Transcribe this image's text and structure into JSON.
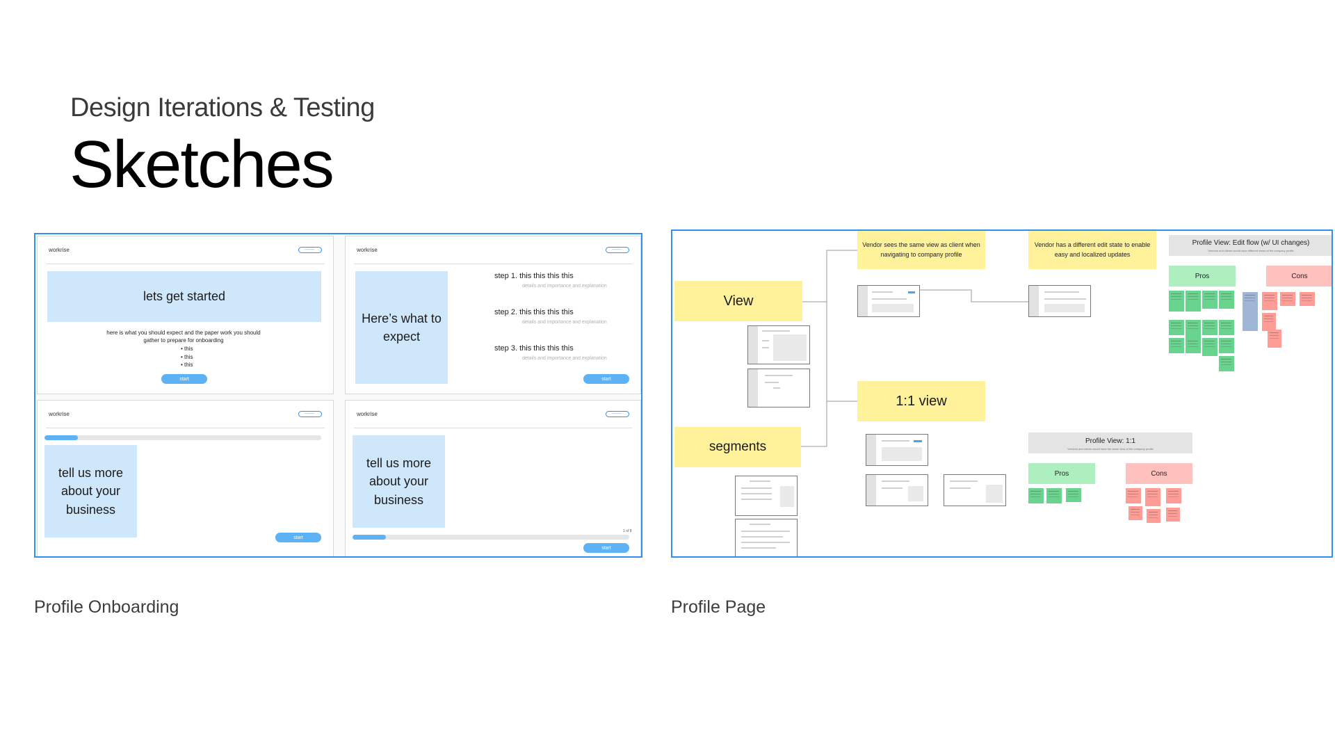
{
  "header": {
    "eyebrow": "Design Iterations & Testing",
    "title": "Sketches"
  },
  "captions": {
    "left": "Profile Onboarding",
    "right": "Profile Page"
  },
  "onboarding": {
    "brand": "workrise",
    "card1": {
      "hero": "lets get started",
      "body": "here is what you should expect and the paper work you should gather to prepare for onboarding",
      "bullets": [
        "• this",
        "• this",
        "• this"
      ],
      "button": "start"
    },
    "card2": {
      "hero": "Here’s what to expect",
      "steps": [
        {
          "label": "step 1.  this this this this",
          "sub": "details and importance and explanation"
        },
        {
          "label": "step 2.  this this this this",
          "sub": "details and importance and explanation"
        },
        {
          "label": "step 3.  this this this this",
          "sub": "details and importance and explanation"
        }
      ],
      "button": "start"
    },
    "card3": {
      "hero": "tell us more about your business",
      "progress": 0.12,
      "button": "start"
    },
    "card4": {
      "hero": "tell us more about your business",
      "progress": 0.12,
      "pager": "1 of 8",
      "button": "start"
    }
  },
  "profile_board": {
    "stickies": {
      "view": "View",
      "segments": "segments",
      "one_to_one": "1:1 view"
    },
    "notes": [
      "Vendor sees the same view as client when navigating to company profile",
      "Vendor has a different edit state to enable easy and localized updates"
    ],
    "edit_flow": {
      "title": "Profile View: Edit flow (w/ UI changes)",
      "subtitle": "Vendors and clients would have different views of the company profile",
      "pros": "Pros",
      "cons": "Cons"
    },
    "one_to_one_panel": {
      "title": "Profile View: 1:1",
      "subtitle": "Vendors and clients would have the same view of the company profile",
      "pros": "Pros",
      "cons": "Cons"
    },
    "colors": {
      "sticky_yellow": "#fff29a",
      "pros_green": "#aeefc0",
      "cons_red": "#ffc1bd",
      "accent_blue": "#2f8ef0"
    }
  }
}
